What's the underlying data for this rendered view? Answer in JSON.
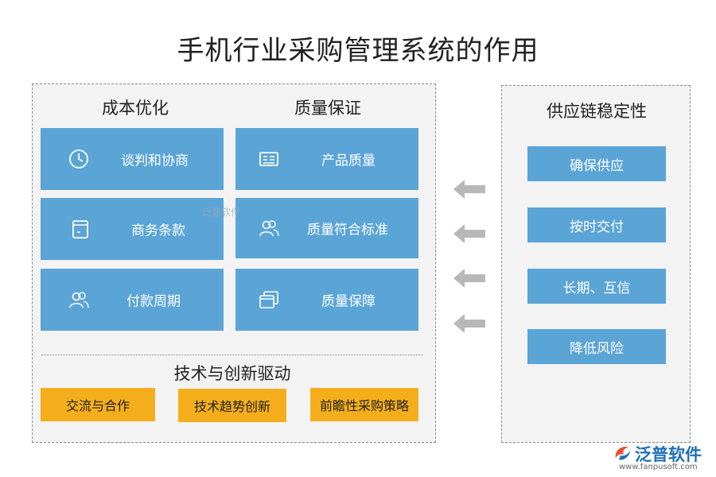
{
  "title": "手机行业采购管理系统的作用",
  "left": {
    "cost_heading": "成本优化",
    "quality_heading": "质量保证",
    "cost_items": [
      "谈判和协商",
      "商务条款",
      "付款周期"
    ],
    "quality_items": [
      "产品质量",
      "质量符合标准",
      "质量保障"
    ],
    "tech_heading": "技术与创新驱动",
    "tech_items": [
      "交流与合作",
      "技术趋势创新",
      "前瞻性采购策略"
    ]
  },
  "right": {
    "heading": "供应链稳定性",
    "items": [
      "确保供应",
      "按时交付",
      "长期、互信",
      "降低风险"
    ]
  },
  "watermark": "泛普软件",
  "logo": {
    "name": "泛普软件",
    "url": "www.fanpusoft.com"
  },
  "colors": {
    "blue": "#5ba4d6",
    "orange": "#f5ae1b",
    "panel": "#f3f3f3",
    "arrow": "#b8b8b8"
  },
  "icons": {
    "cost": [
      "clock-icon",
      "document-icon",
      "people-icon"
    ],
    "quality": [
      "card-icon",
      "people-icon",
      "windows-icon"
    ]
  }
}
